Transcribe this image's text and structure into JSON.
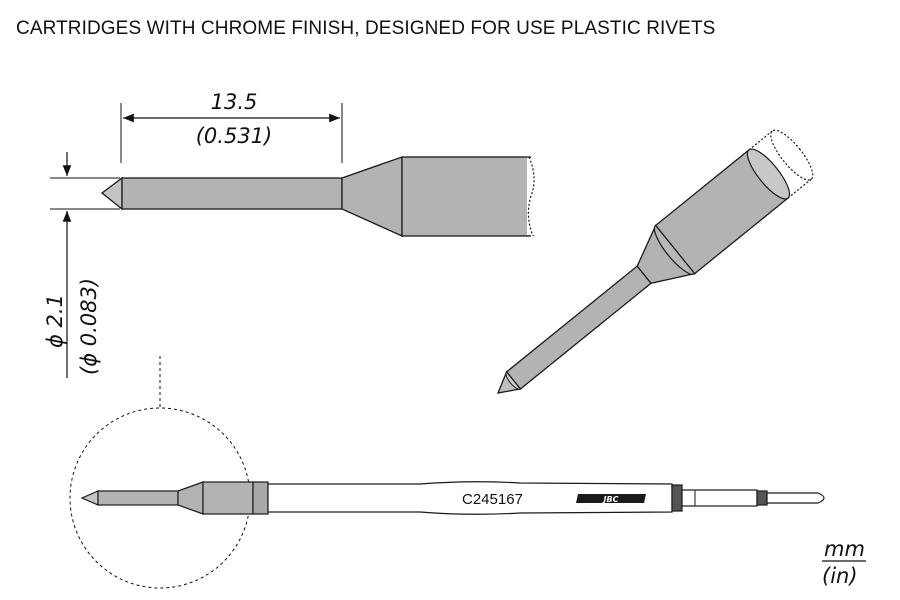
{
  "title": "CARTRIDGES WITH CHROME FINISH, DESIGNED FOR USE PLASTIC RIVETS",
  "dimensions": {
    "length_mm": "13.5",
    "length_in": "(0.531)",
    "diameter_mm": "ϕ 2.1",
    "diameter_in": "(ϕ 0.083)"
  },
  "cartridge": {
    "part_number": "C245167",
    "brand": "JBC"
  },
  "units": {
    "primary": "mm",
    "secondary": "(in)"
  },
  "colors": {
    "metal_fill": "#b3b3b3",
    "metal_light": "#d2d2d2",
    "outline": "#1a1a1a",
    "dark_band": "#555555"
  }
}
